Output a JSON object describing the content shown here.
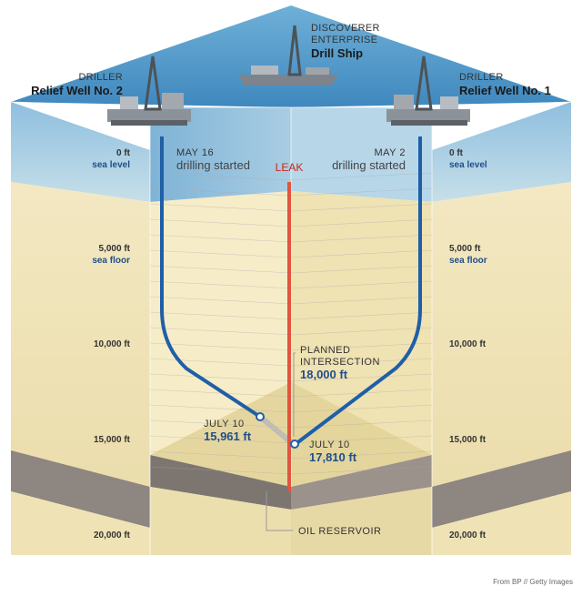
{
  "ship": {
    "line1": "DISCOVERER",
    "line2": "ENTERPRISE",
    "name": "Drill Ship"
  },
  "left_rig": {
    "role": "DRILLER",
    "name": "Relief Well No. 2"
  },
  "right_rig": {
    "role": "DRILLER",
    "name": "Relief Well No. 1"
  },
  "left_well": {
    "start_date": "MAY 16",
    "start_status": "drilling started",
    "end_date": "JULY 10",
    "end_depth": "15,961 ft"
  },
  "right_well": {
    "start_date": "MAY 2",
    "start_status": "drilling started",
    "end_date": "JULY 10",
    "end_depth": "17,810 ft"
  },
  "leak_label": "LEAK",
  "intersection": {
    "line1": "PLANNED",
    "line2": "INTERSECTION",
    "depth": "18,000 ft"
  },
  "reservoir_label": "OIL RESERVOIR",
  "depth_scale": [
    {
      "value": "0 ft",
      "note": "sea level"
    },
    {
      "value": "5,000 ft",
      "note": "sea floor"
    },
    {
      "value": "10,000 ft",
      "note": ""
    },
    {
      "value": "15,000 ft",
      "note": ""
    },
    {
      "value": "20,000 ft",
      "note": ""
    }
  ],
  "credit": "From BP // Getty Images",
  "colors": {
    "sea_top": "#4f95c4",
    "water": "#9cc6e2",
    "sediment": "#f1e5b9",
    "rock_band": "#8e8680",
    "relief_well": "#1f5fa8",
    "leak_well": "#e0553f"
  }
}
